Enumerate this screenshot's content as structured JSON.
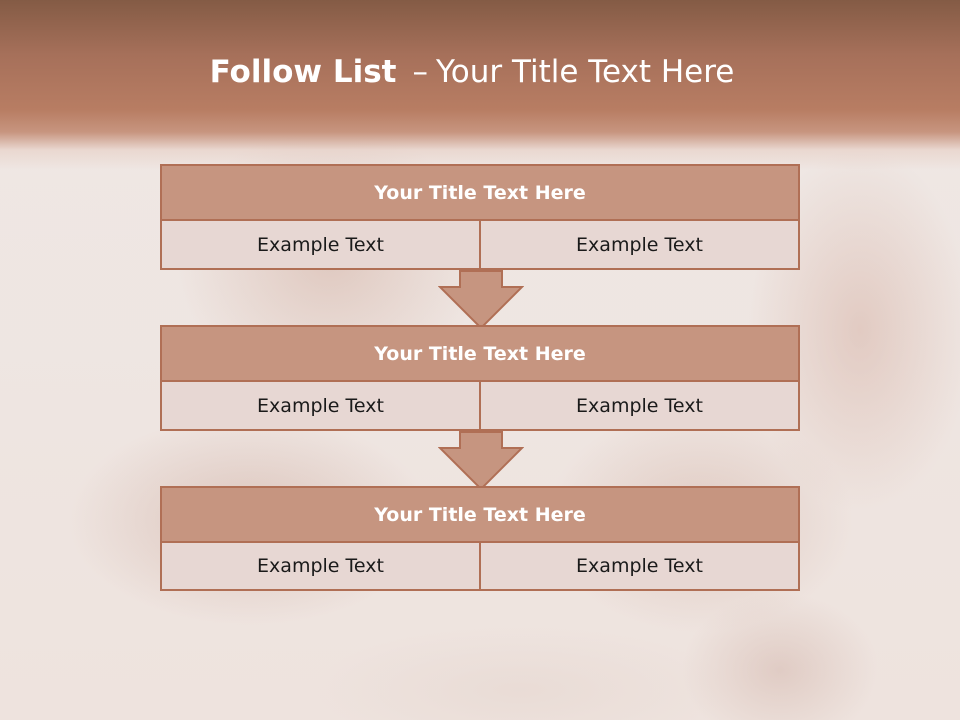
{
  "slide": {
    "title_bold": "Follow List",
    "title_separator": "–",
    "title_rest": "Your Title Text Here"
  },
  "steps": [
    {
      "title": "Your Title Text Here",
      "left": "Example Text",
      "right": "Example Text"
    },
    {
      "title": "Your Title Text Here",
      "left": "Example Text",
      "right": "Example Text"
    },
    {
      "title": "Your Title Text Here",
      "left": "Example Text",
      "right": "Example Text"
    }
  ],
  "colors": {
    "header_band": "#a6705a",
    "box_header_fill": "#c69580",
    "box_border": "#b06f55",
    "cell_fill": "#e7d7d3"
  }
}
